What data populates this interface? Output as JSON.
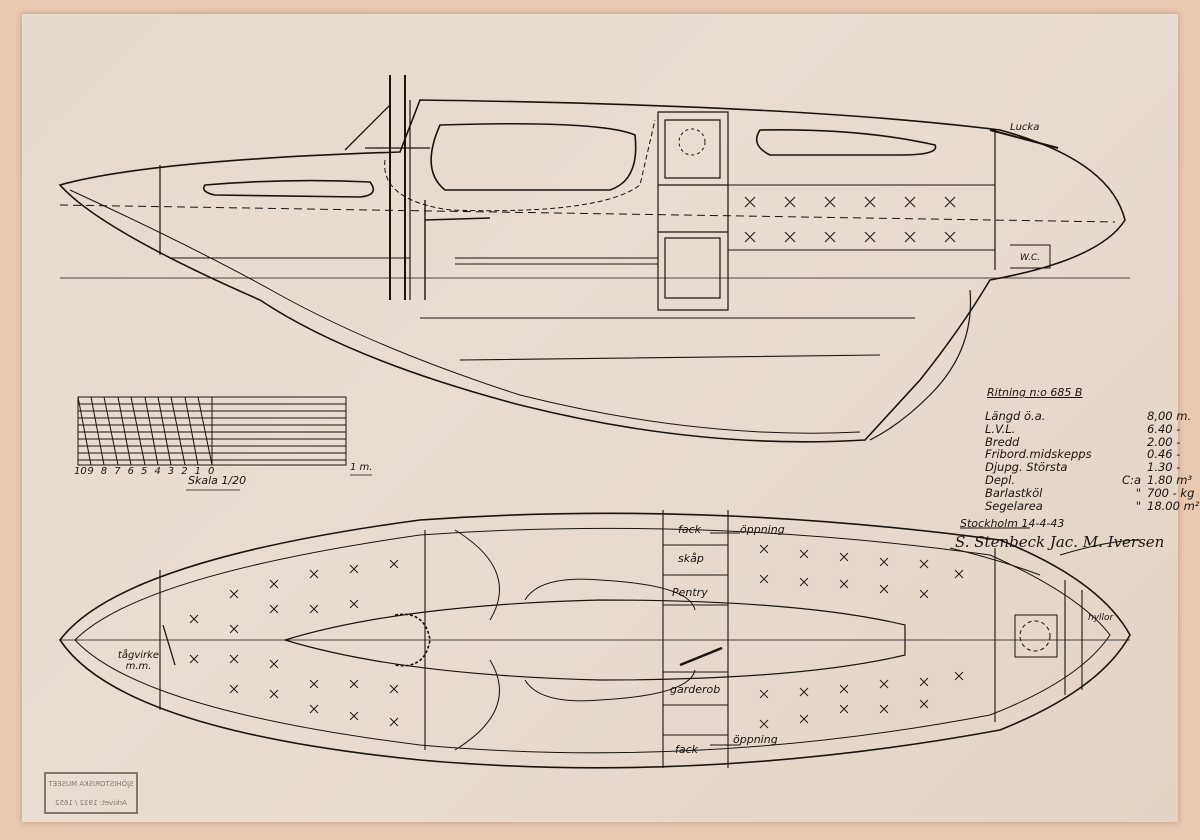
{
  "drawing": {
    "title": "Ritning n:o 685 B",
    "specs": [
      {
        "label": "Längd ö.a.",
        "prefix": "",
        "value": "8,00 m."
      },
      {
        "label": "L.V.L.",
        "prefix": "",
        "value": "6.40 -"
      },
      {
        "label": "Bredd",
        "prefix": "",
        "value": "2.00 -"
      },
      {
        "label": "Fribord.midskepps",
        "prefix": "",
        "value": "0.46 -"
      },
      {
        "label": "Djupg. Största",
        "prefix": "",
        "value": "1.30 -"
      },
      {
        "label": "Depl.",
        "prefix": "C:a",
        "value": "1.80 m³"
      },
      {
        "label": "Barlastköl",
        "prefix": "\"",
        "value": "700 - kg"
      },
      {
        "label": "Segelarea",
        "prefix": "\"",
        "value": "18.00 m²"
      }
    ],
    "place_date": "Stockholm 14-4-43",
    "signature": "S. Stenbeck  Jac. M. Iversen",
    "scale": {
      "label": "Skala 1/20",
      "ticks": [
        "10",
        "9",
        "8",
        "7",
        "6",
        "5",
        "4",
        "3",
        "2",
        "1",
        "0"
      ],
      "end_label": "1 m."
    },
    "profile_labels": {
      "hatch": "Lucka",
      "wc": "W.C."
    },
    "plan_labels": {
      "fack_top": "fack",
      "opening_top": "öppning",
      "cupboard": "skåp",
      "pentry": "Pentry",
      "wardrobe": "garderob",
      "fack_bottom": "fack",
      "opening_bottom": "öppning",
      "rope": "tågvirke m.m.",
      "shelves": "hyllor"
    },
    "stamp": {
      "line1": "SJÖHISTORISKA MUSEET",
      "line2": "Arkivet: 1932 / 1652"
    }
  }
}
